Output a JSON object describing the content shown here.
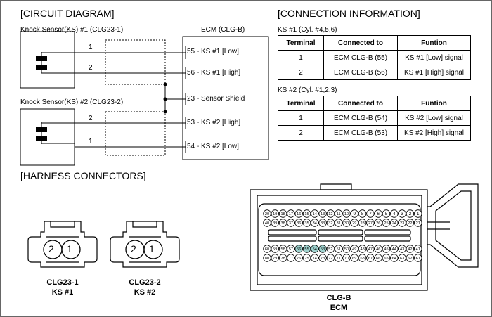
{
  "circuit": {
    "heading": "[CIRCUIT DIAGRAM]",
    "sensor1_label": "Knock Sensor(KS) #1 (CLG23-1)",
    "sensor2_label": "Knock Sensor(KS) #2 (CLG23-2)",
    "ecm_label": "ECM (CLG-B)",
    "wire_numbers": [
      "1",
      "2",
      "2",
      "1"
    ],
    "pins": [
      "55 - KS #1 [Low]",
      "56 - KS #1 [High]",
      "23 - Sensor Shield",
      "53 - KS #2 [High]",
      "54 - KS #2 [Low]"
    ]
  },
  "connection": {
    "heading": "[CONNECTION INFORMATION]",
    "headers": [
      "Terminal",
      "Connected to",
      "Funtion"
    ],
    "ks1": {
      "title": "KS #1 (Cyl. #4,5,6)",
      "rows": [
        [
          "1",
          "ECM CLG-B (55)",
          "KS #1 [Low] signal"
        ],
        [
          "2",
          "ECM CLG-B (56)",
          "KS #1 [High] signal"
        ]
      ]
    },
    "ks2": {
      "title": "KS #2 (Cyl. #1,2,3)",
      "rows": [
        [
          "1",
          "ECM CLG-B (54)",
          "KS #2 [Low] signal"
        ],
        [
          "2",
          "ECM CLG-B (53)",
          "KS #2 [High] signal"
        ]
      ]
    }
  },
  "harness": {
    "heading": "[HARNESS CONNECTORS]",
    "clg23_1": {
      "name": "CLG23-1",
      "sub": "KS #1",
      "pins": [
        "2",
        "1"
      ]
    },
    "clg23_2": {
      "name": "CLG23-2",
      "sub": "KS #2",
      "pins": [
        "2",
        "1"
      ]
    },
    "ecm": {
      "name": "CLG-B",
      "sub": "ECM",
      "row1": [
        "20",
        "19",
        "18",
        "17",
        "16",
        "15",
        "14",
        "13",
        "12",
        "11",
        "10",
        "9",
        "8",
        "7",
        "6",
        "5",
        "4",
        "3",
        "2",
        "1"
      ],
      "row2": [
        "40",
        "39",
        "38",
        "37",
        "36",
        "35",
        "34",
        "33",
        "32",
        "31",
        "30",
        "29",
        "28",
        "27",
        "26",
        "25",
        "24",
        "23",
        "22",
        "21"
      ],
      "row3": [
        "60",
        "59",
        "58",
        "57",
        "56",
        "55",
        "54",
        "53",
        "52",
        "51",
        "50",
        "49",
        "48",
        "47",
        "46",
        "45",
        "44",
        "43",
        "42",
        "41"
      ],
      "row4": [
        "80",
        "79",
        "78",
        "77",
        "76",
        "75",
        "74",
        "73",
        "72",
        "71",
        "70",
        "69",
        "68",
        "67",
        "66",
        "65",
        "64",
        "63",
        "62",
        "61"
      ],
      "highlighted_pins": [
        "56",
        "55",
        "54",
        "53"
      ],
      "highlight_color": "#9fd3cf"
    }
  }
}
